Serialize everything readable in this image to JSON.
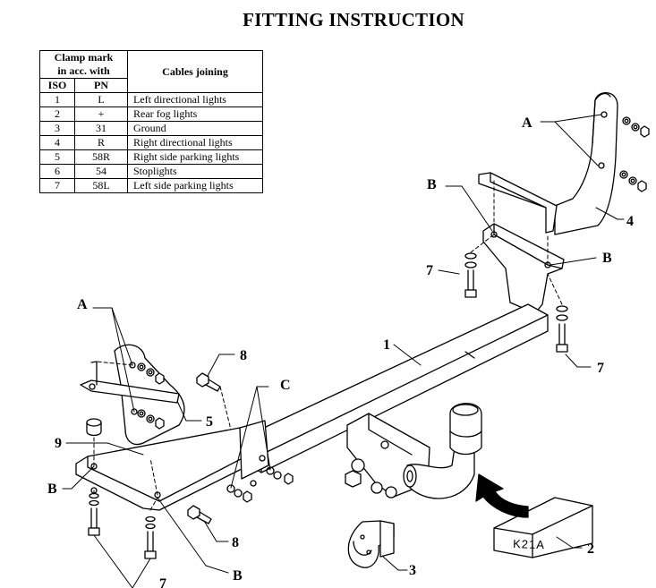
{
  "title": "FITTING INSTRUCTION",
  "legend": {
    "header_clamp_line1": "Clamp mark",
    "header_clamp_line2": "in acc. with",
    "header_iso": "ISO",
    "header_pn": "PN",
    "header_cables": "Cables joining",
    "rows": [
      {
        "iso": "1",
        "pn": "L",
        "cable": "Left directional lights"
      },
      {
        "iso": "2",
        "pn": "+",
        "cable": "Rear fog lights"
      },
      {
        "iso": "3",
        "pn": "31",
        "cable": "Ground"
      },
      {
        "iso": "4",
        "pn": "R",
        "cable": "Right directional lights"
      },
      {
        "iso": "5",
        "pn": "58R",
        "cable": "Right side parking lights"
      },
      {
        "iso": "6",
        "pn": "54",
        "cable": "Stoplights"
      },
      {
        "iso": "7",
        "pn": "58L",
        "cable": "Left side parking lights"
      }
    ]
  },
  "callouts": {
    "a_right": "A",
    "a_left": "A",
    "b_upper_left": "B",
    "b_upper_right": "B",
    "b_left": "B",
    "b_bottom": "B",
    "c": "C",
    "n1": "1",
    "n2": "2",
    "n3": "3",
    "n4": "4",
    "n5": "5",
    "n7_upper": "7",
    "n7_right": "7",
    "n7_bottom": "7",
    "n8_upper": "8",
    "n8_lower": "8",
    "n9": "9"
  },
  "box_label": "K21A"
}
